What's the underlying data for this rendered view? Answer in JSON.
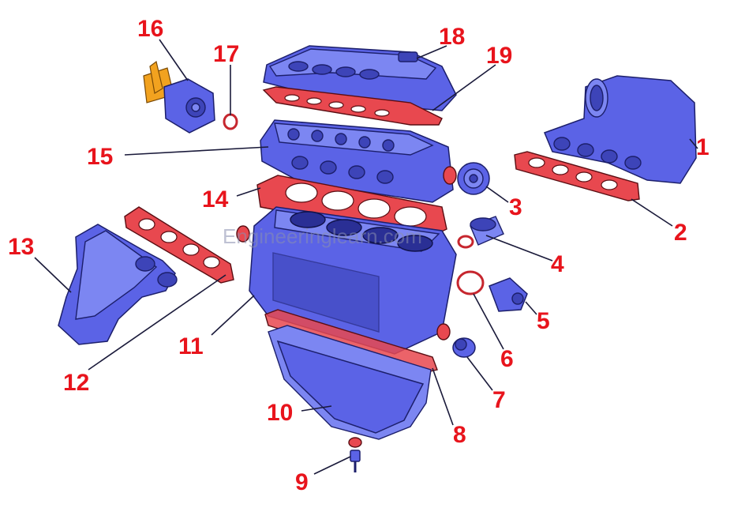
{
  "watermark": "Engineeringlearn.com",
  "labels": [
    "1",
    "2",
    "3",
    "4",
    "5",
    "6",
    "7",
    "8",
    "9",
    "10",
    "11",
    "12",
    "13",
    "14",
    "15",
    "16",
    "17",
    "18",
    "19"
  ]
}
